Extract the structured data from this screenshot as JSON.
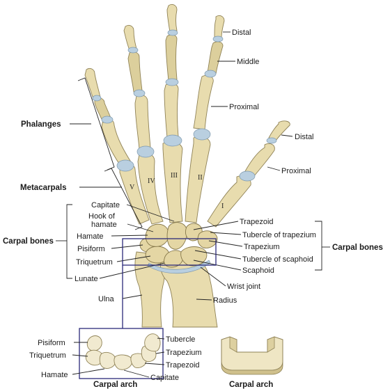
{
  "labels": {
    "distal_index": "Distal",
    "middle": "Middle",
    "proximal_index": "Proximal",
    "distal_thumb": "Distal",
    "proximal_thumb": "Proximal",
    "phalanges": "Phalanges",
    "metacarpals": "Metacarpals",
    "carpal_bones_left": "Carpal bones",
    "carpal_bones_right": "Carpal bones",
    "capitate": "Capitate",
    "hook_of": "Hook of",
    "hamate_hook": "hamate",
    "hamate": "Hamate",
    "pisiform": "Pisiform",
    "triquetrum": "Triquetrum",
    "lunate": "Lunate",
    "trapezoid": "Trapezoid",
    "tubercle_trapezium": "Tubercle of trapezium",
    "trapezium": "Trapezium",
    "tubercle_scaphoid": "Tubercle of scaphoid",
    "scaphoid": "Scaphoid",
    "wrist_joint": "Wrist joint",
    "radius": "Radius",
    "ulna": "Ulna"
  },
  "numerals": [
    "I",
    "II",
    "III",
    "IV",
    "V"
  ],
  "inset": {
    "pisiform": "Pisiform",
    "triquetrum": "Triquetrum",
    "hamate": "Hamate",
    "tubercle": "Tubercle",
    "trapezium": "Trapezium",
    "trapezoid": "Trapezoid",
    "capitate": "Capitate",
    "caption": "Carpal arch"
  },
  "model": {
    "caption": "Carpal arch"
  },
  "colors": {
    "bone": "#e8dcae",
    "cartilage": "#b9cfe0",
    "frame": "#2b2a7a"
  }
}
